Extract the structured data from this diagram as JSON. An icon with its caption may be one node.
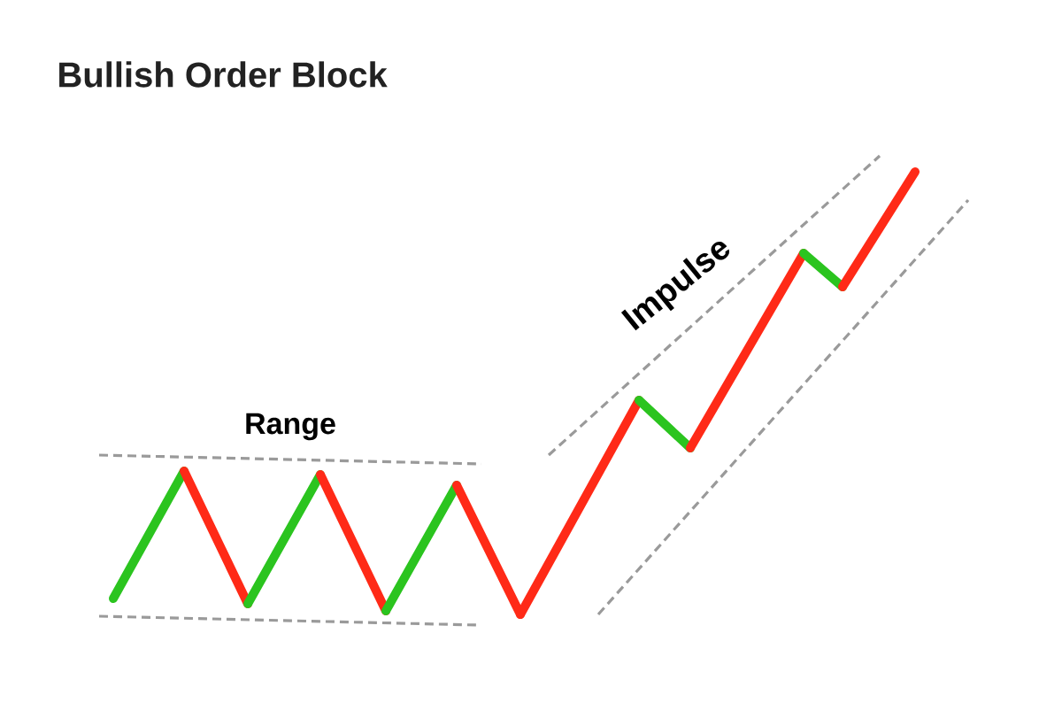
{
  "diagram": {
    "title": "Bullish Order Block",
    "labels": [
      "Range",
      "Impulse"
    ]
  }
}
